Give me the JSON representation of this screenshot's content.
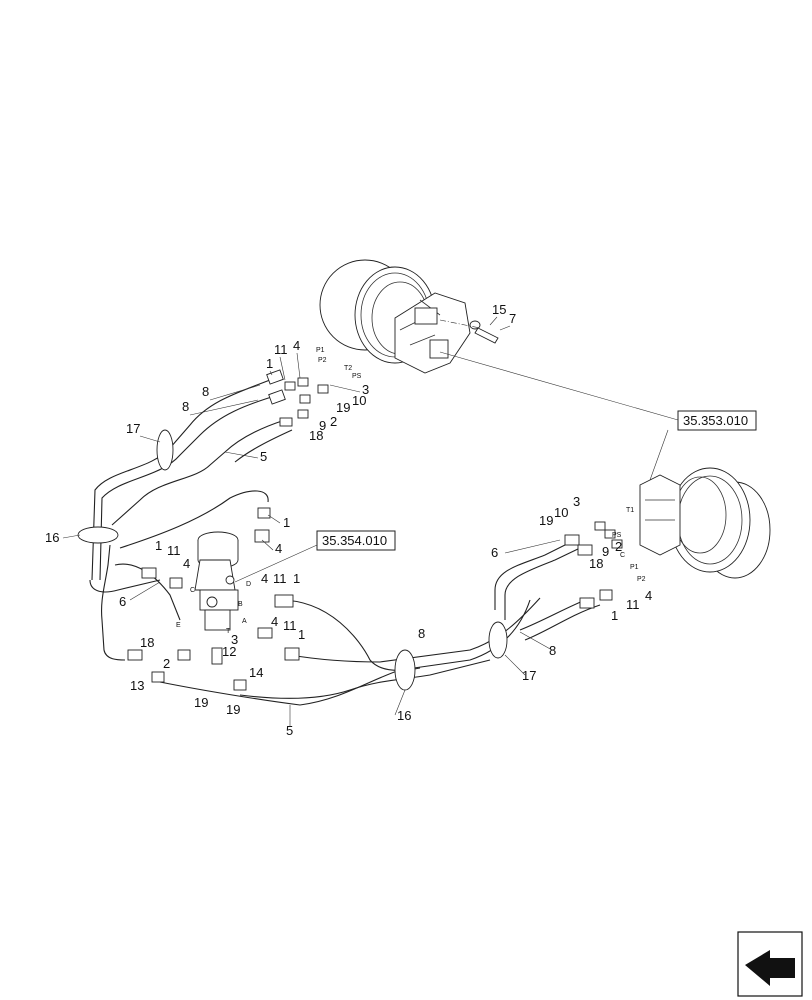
{
  "reference_boxes": [
    {
      "id": "ref-top",
      "label": "35.353.010"
    },
    {
      "id": "ref-mid",
      "label": "35.354.010"
    }
  ],
  "callouts": {
    "c15": "15",
    "c7": "7",
    "tl_11": "11",
    "tl_4": "4",
    "tl_1": "1",
    "tl_3": "3",
    "tl_19": "19",
    "tl_10": "10",
    "tl_2": "2",
    "tl_9": "9",
    "tl_18": "18",
    "tl_8a": "8",
    "tl_8b": "8",
    "tl_17": "17",
    "tl_5": "5",
    "tl_16": "16",
    "cv_1a": "1",
    "cv_4a": "4",
    "cv_1b": "1",
    "cv_11a": "11",
    "cv_4b": "4",
    "cv_6": "6",
    "cv_4c": "4",
    "cv_11b": "11",
    "cv_1c": "1",
    "cv_4d": "4",
    "cv_11c": "11",
    "cv_1d": "1",
    "cv_3": "3",
    "cv_12": "12",
    "cv_14": "14",
    "cv_18": "18",
    "cv_2": "2",
    "cv_13": "13",
    "cv_19a": "19",
    "cv_19b": "19",
    "cv_5": "5",
    "cv_16": "16",
    "cv_8": "8",
    "rm_3": "3",
    "rm_19": "19",
    "rm_10": "10",
    "rm_6": "6",
    "rm_2": "2",
    "rm_18": "18",
    "rm_9": "9",
    "rm_1": "1",
    "rm_11": "11",
    "rm_4": "4",
    "rm_8": "8",
    "rm_17": "17"
  },
  "port_labels": {
    "p_tl_p1": "P1",
    "p_tl_p2": "P2",
    "p_tl_t2": "T2",
    "p_tl_ps": "PS",
    "p_cv_a": "A",
    "p_cv_b": "B",
    "p_cv_c": "C",
    "p_cv_d": "D",
    "p_cv_e": "E",
    "p_cv_t": "T",
    "p_rm_t1": "T1",
    "p_rm_ps": "PS",
    "p_rm_c": "C",
    "p_rm_p1": "P1",
    "p_rm_p2": "P2"
  },
  "nav_icon": "previous-page-arrow-icon"
}
